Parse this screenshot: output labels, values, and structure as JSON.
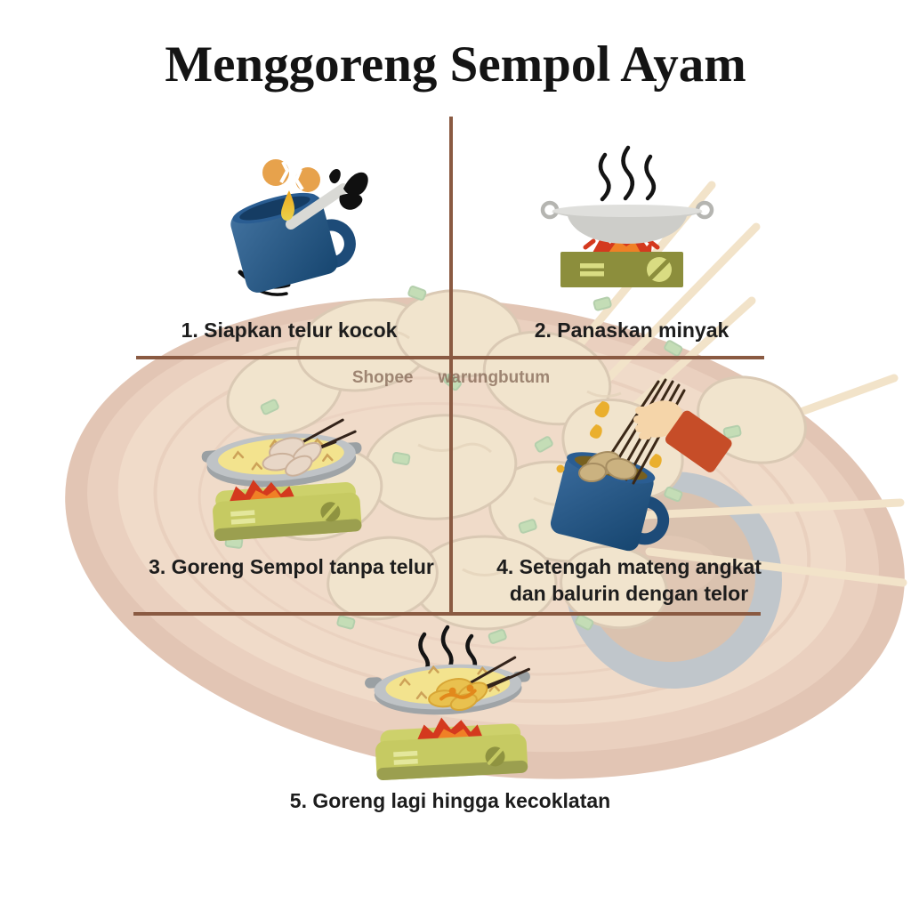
{
  "title": "Menggoreng Sempol Ayam",
  "watermark": {
    "brand": "Shopee",
    "store": "warungbutum"
  },
  "steps": [
    {
      "number": "1",
      "label": "1. Siapkan telur kocok",
      "icon": "mug-with-whisk-and-cracked-eggs"
    },
    {
      "number": "2",
      "label": "2. Panaskan minyak",
      "icon": "wok-heating-on-stove"
    },
    {
      "number": "3",
      "label": "3. Goreng Sempol tanpa telur",
      "icon": "sempol-frying-in-pan-on-stove"
    },
    {
      "number": "4",
      "label_line1": "4. Setengah mateng angkat",
      "label_line2": "dan balurin dengan telor",
      "icon": "hand-dipping-sempol-skewers-into-egg-mug"
    },
    {
      "number": "5",
      "label": "5. Goreng lagi hingga kecoklatan",
      "icon": "sempol-refrying-until-golden-on-stove"
    }
  ],
  "colors": {
    "background": "#ffffff",
    "divider_brown": "#8a5a42",
    "title_text": "#141414",
    "step_label_text": "#1d1d1d",
    "watermark_text": "#866a58",
    "mug_blue_light": "#42729f",
    "mug_blue_dark": "#16456f",
    "egg_shell_orange": "#e7a24c",
    "yolk_yellow": "#f0a81c",
    "stove_olive": "#8c8e3c",
    "stove_lime": "#c6ca62",
    "stove_accent": "#d9dc82",
    "flame_red": "#d4391e",
    "flame_orange": "#f08026",
    "wok_gray": "#cdcdc9",
    "oil_yellow": "#f3e38e",
    "sempol_raw": "#e8d7c7",
    "sempol_golden": "#e9c14f",
    "sempol_dipped_tan": "#cbb280",
    "sleeve_red": "#c64d28",
    "hand_skin": "#f5d5a9"
  }
}
